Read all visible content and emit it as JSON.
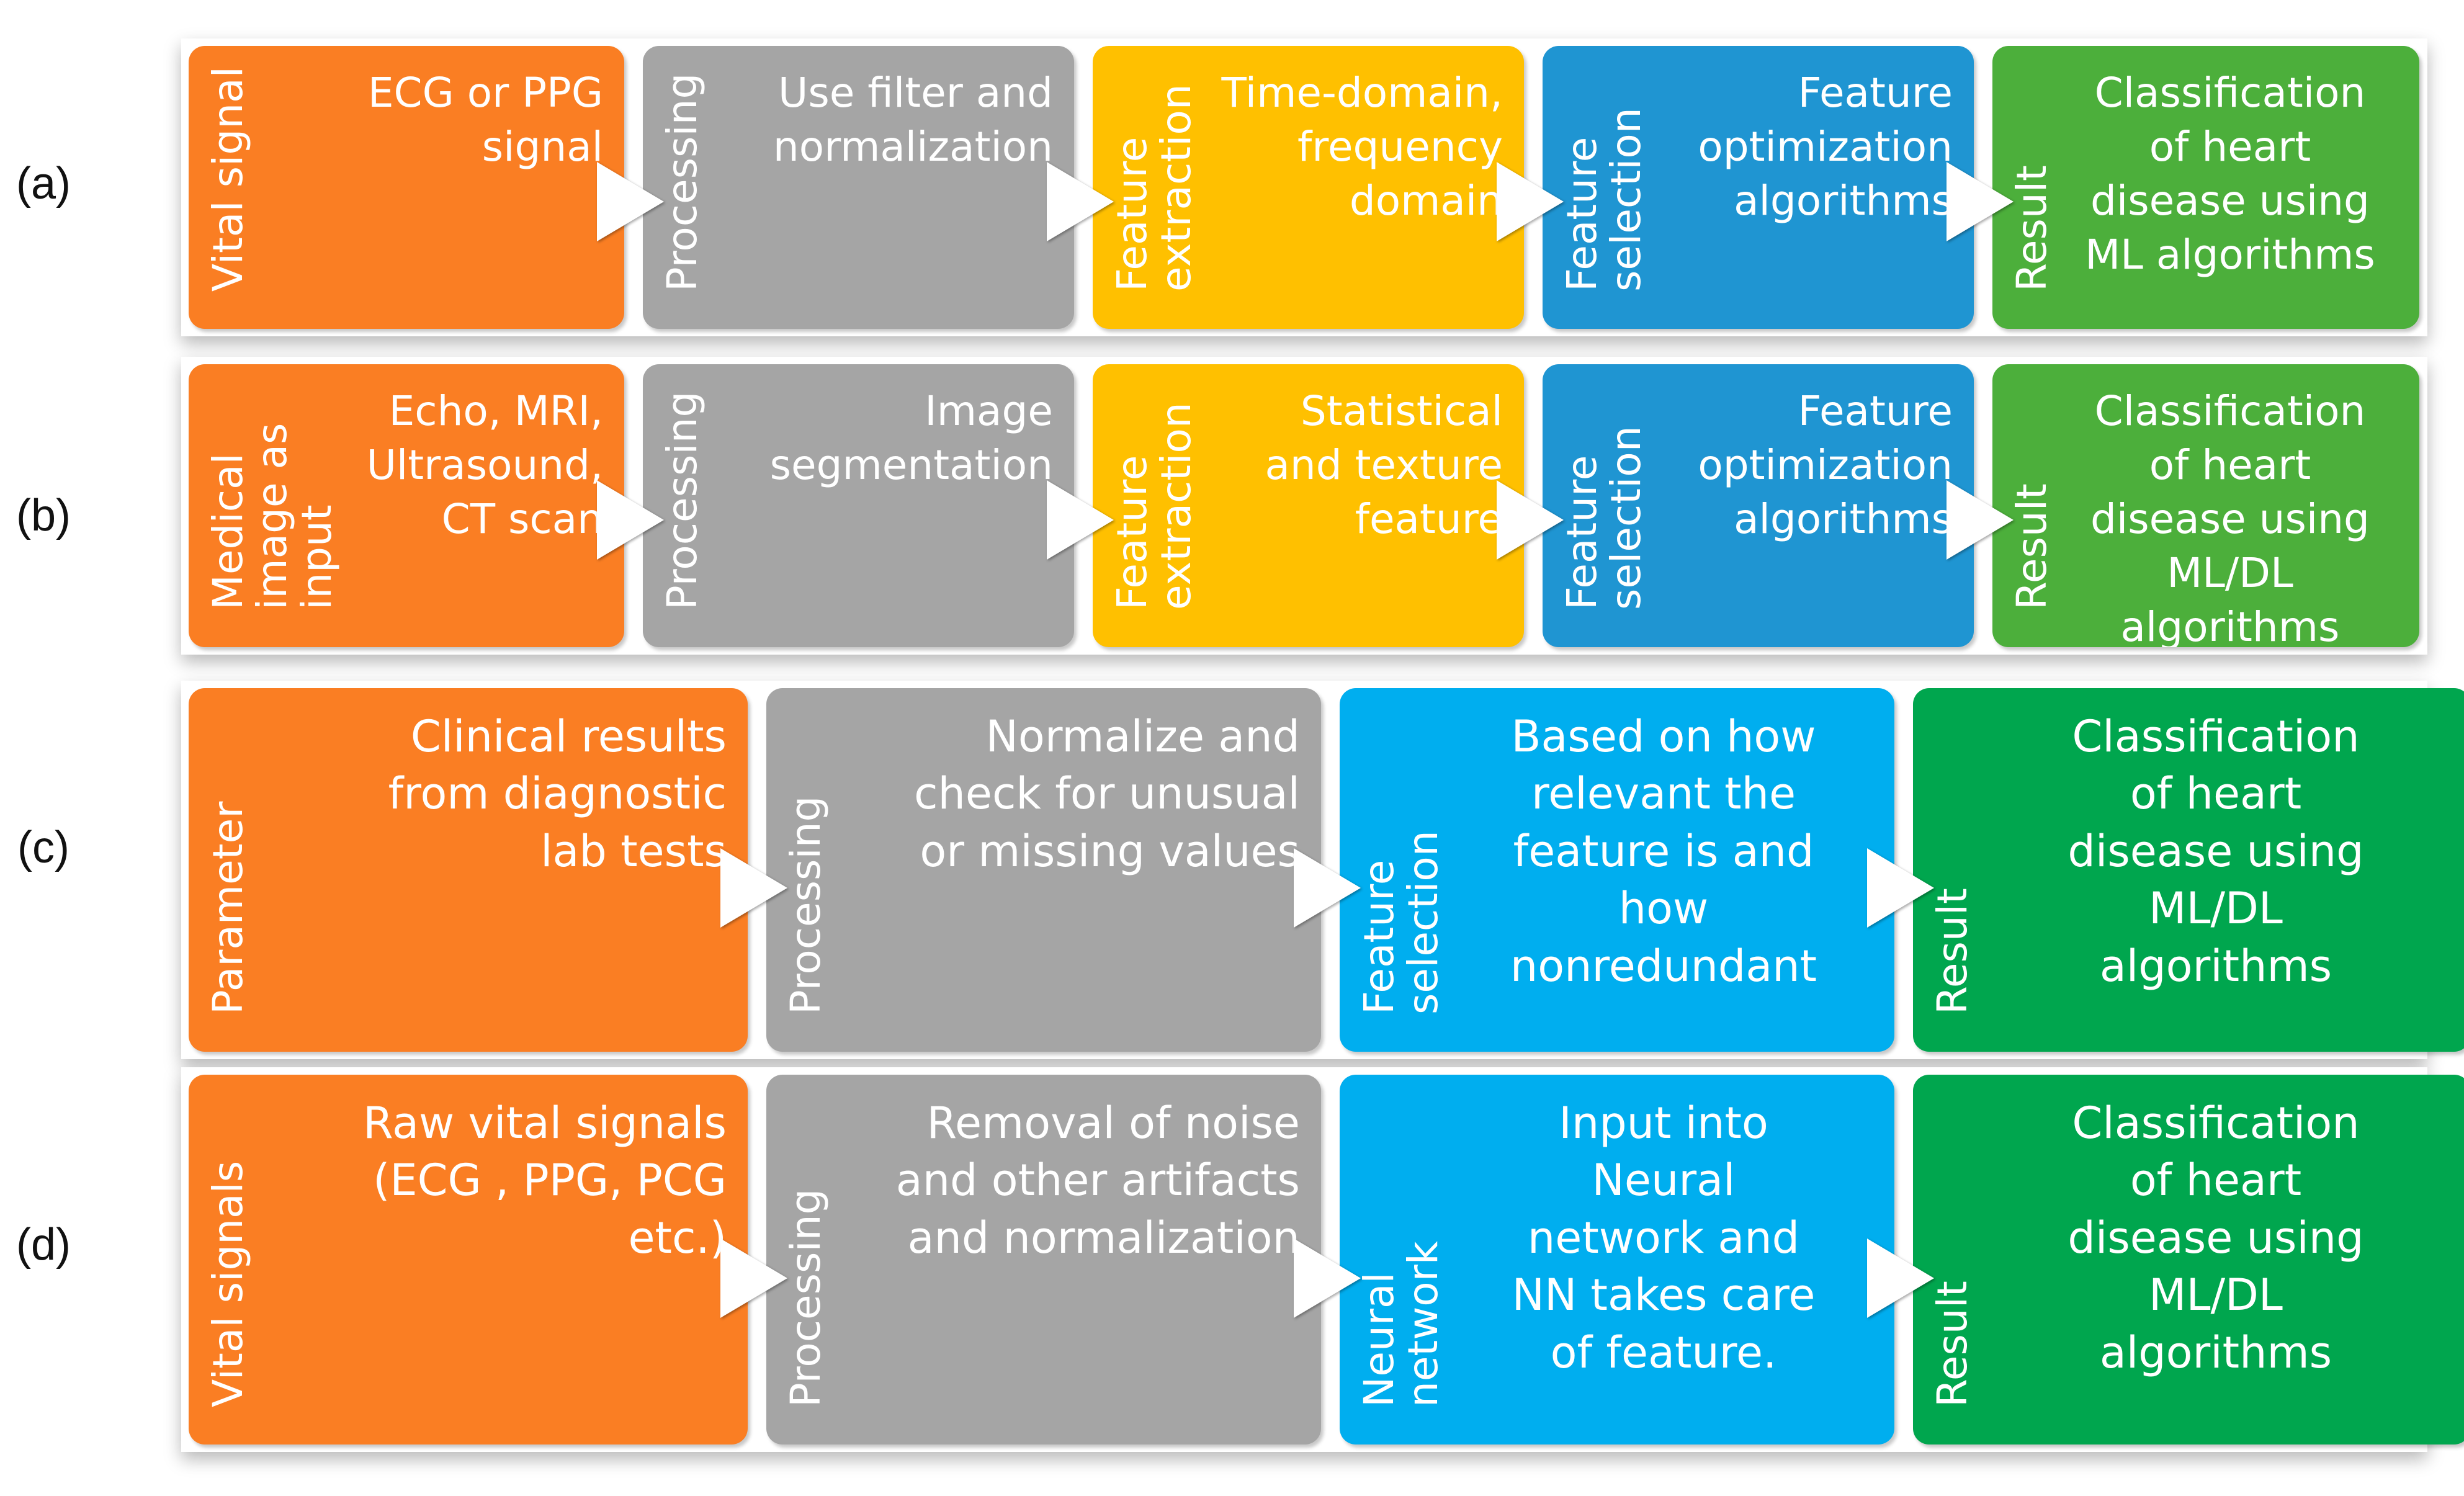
{
  "colors": {
    "orange": "#FA7E23",
    "gray": "#A5A5A5",
    "yellow": "#FFC000",
    "blue": "#1F95D2",
    "light_blue": "#00AEEF",
    "green": "#4CAF3B",
    "bright_green": "#00A64E"
  },
  "rows": [
    {
      "label": "(a)",
      "steps": [
        {
          "label": "Vital signal",
          "text": "ECG or PPG\nsignal",
          "color": "orange",
          "align": "right"
        },
        {
          "label": "Processing",
          "text": "Use filter and\nnormalization",
          "color": "gray",
          "align": "right"
        },
        {
          "label": "Feature\nextraction",
          "text": "Time-domain,\nfrequency\ndomain",
          "color": "yellow",
          "align": "right"
        },
        {
          "label": "Feature\nselection",
          "text": "Feature\noptimization\nalgorithms",
          "color": "blue",
          "align": "right"
        },
        {
          "label": "Result",
          "text": "Classification\nof heart\ndisease using\nML algorithms",
          "color": "green",
          "align": "center"
        }
      ]
    },
    {
      "label": "(b)",
      "steps": [
        {
          "label": "Medical\nimage as\ninput",
          "text": "Echo, MRI,\nUltrasound,\nCT scan",
          "color": "orange",
          "align": "right"
        },
        {
          "label": "Processing",
          "text": "Image\nsegmentation",
          "color": "gray",
          "align": "right"
        },
        {
          "label": "Feature\nextraction",
          "text": "Statistical\nand texture\nfeature",
          "color": "yellow",
          "align": "right"
        },
        {
          "label": "Feature\nselection",
          "text": "Feature\noptimization\nalgorithms",
          "color": "blue",
          "align": "right"
        },
        {
          "label": "Result",
          "text": "Classification\nof heart\ndisease using\nML/DL\nalgorithms",
          "color": "green",
          "align": "center"
        }
      ]
    },
    {
      "label": "(c)",
      "steps": [
        {
          "label": "Parameter",
          "text": "Clinical results\nfrom diagnostic\nlab tests",
          "color": "orange",
          "align": "right"
        },
        {
          "label": "Processing",
          "text": "Normalize and\ncheck for unusual\nor missing values",
          "color": "gray",
          "align": "right"
        },
        {
          "label": "Feature\nselection",
          "text": "Based on how\nrelevant the\nfeature is and\nhow\nnonredundant",
          "color": "light_blue",
          "align": "center"
        },
        {
          "label": "Result",
          "text": "Classification\nof heart\ndisease using\nML/DL\nalgorithms",
          "color": "bright_green",
          "align": "center"
        }
      ]
    },
    {
      "label": "(d)",
      "steps": [
        {
          "label": "Vital signals",
          "text": "Raw vital signals\n(ECG , PPG,  PCG\netc.)",
          "color": "orange",
          "align": "right"
        },
        {
          "label": "Processing",
          "text": "Removal of noise\nand other artifacts\nand normalization",
          "color": "gray",
          "align": "right"
        },
        {
          "label": "Neural\nnetwork",
          "text": "Input into\nNeural\nnetwork and\nNN takes care\nof feature.",
          "color": "light_blue",
          "align": "center"
        },
        {
          "label": "Result",
          "text": "Classification\nof heart\ndisease using\nML/DL\nalgorithms",
          "color": "bright_green",
          "align": "center"
        }
      ]
    }
  ]
}
